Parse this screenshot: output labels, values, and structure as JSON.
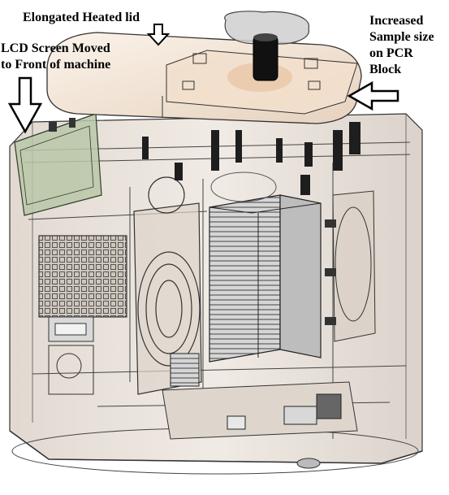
{
  "annotations": {
    "heated_lid": "Elongated Heated lid",
    "lcd_screen": "LCD Screen Moved\nto Front of machine",
    "sample_size": "Increased\nSample size\non PCR\nBlock"
  },
  "colors": {
    "lid_fill": "#f4e6d8",
    "body_fill": "#e3d9cf",
    "lcd_fill": "#b9c7a8",
    "block_fill": "#cfcfcf",
    "arrow_fill": "#ffffff",
    "line": "#333333"
  }
}
